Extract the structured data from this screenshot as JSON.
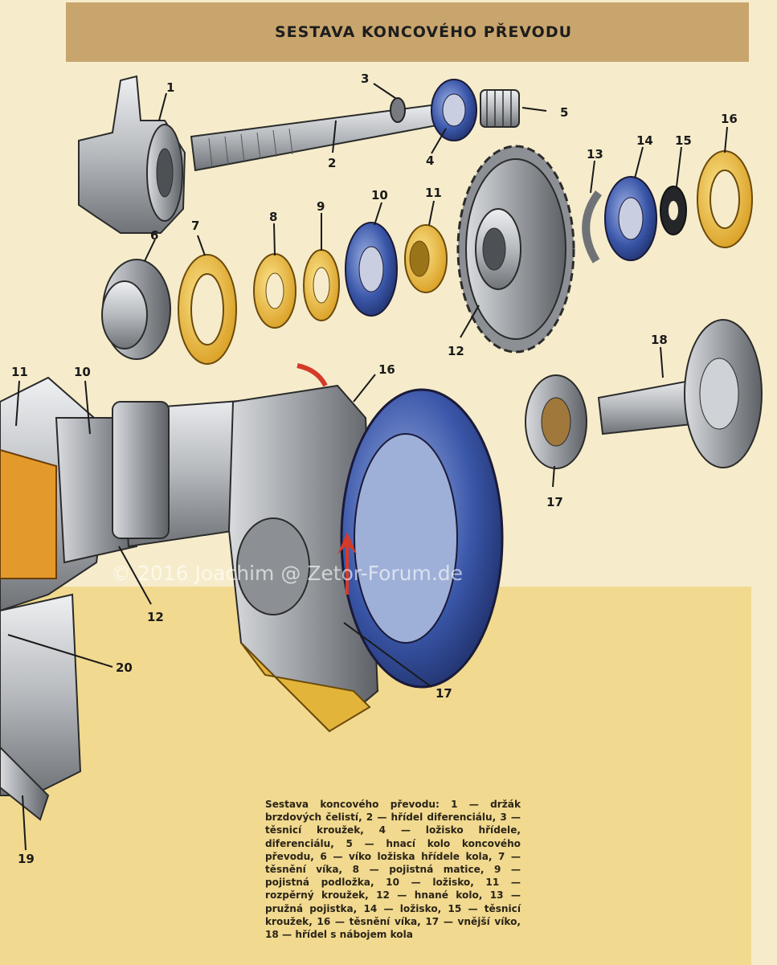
{
  "title": "SESTAVA KONCOVÉHO PŘEVODU",
  "watermark": "© 2016 Joachim @ Zetor-Forum.de",
  "caption": "Sestava koncového převodu: 1 — držák brzdových čelistí, 2 — hřídel diferenciálu, 3 — těsnicí kroužek, 4 — ložisko hřídele, diferenciálu, 5 — hnací kolo koncového převodu, 6 — víko ložiska hřídele kola, 7 — těsnění víka, 8 — pojistná matice, 9 — pojistná podložka, 10 — ložisko, 11 — rozpěrný kroužek, 12 — hnané kolo, 13 — pružná pojistka, 14 — ložisko, 15 — těsnicí kroužek, 16 — těsnění víka, 17 — vnější víko, 18 — hřídel s nábojem kola",
  "callouts": [
    "1",
    "2",
    "3",
    "4",
    "5",
    "6",
    "7",
    "8",
    "9",
    "10",
    "11",
    "12",
    "13",
    "14",
    "15",
    "16",
    "17",
    "18",
    "11",
    "10",
    "16",
    "12",
    "20",
    "17",
    "19"
  ],
  "colors": {
    "background": "#f6eccb",
    "title_bar": "#c8a56d",
    "lower_panel": "#f1d98f",
    "steel": "#b9bcc0",
    "bearing_blue": "#3a56a8",
    "gasket_yellow": "#e9b837",
    "orange": "#e39a2a"
  }
}
